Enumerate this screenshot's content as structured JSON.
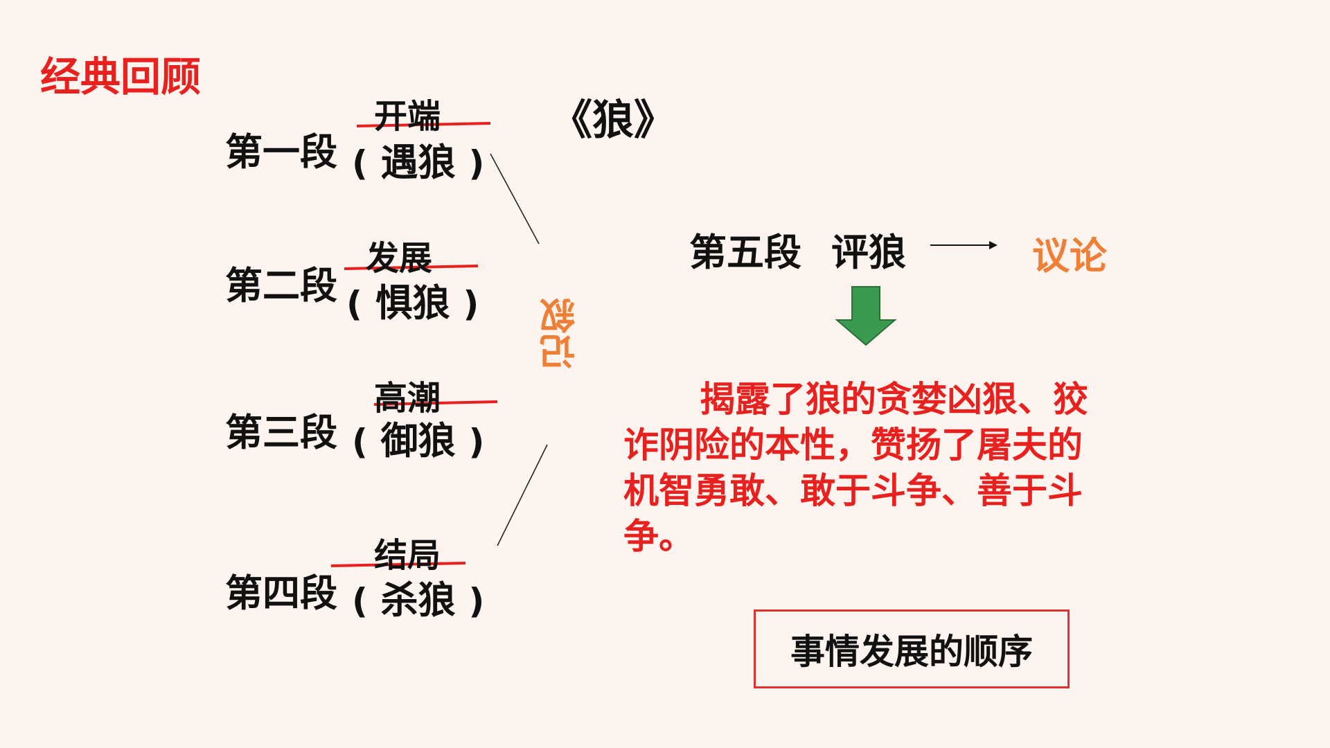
{
  "title": "经典回顾",
  "work_title": "《狼》",
  "segments": [
    {
      "label": "第一段",
      "stage": "开端",
      "event": "遇狼"
    },
    {
      "label": "第二段",
      "stage": "发展",
      "event": "惧狼"
    },
    {
      "label": "第三段",
      "stage": "高潮",
      "event": "御狼"
    },
    {
      "label": "第四段",
      "stage": "结局",
      "event": "杀狼"
    }
  ],
  "narration_label": "记叙",
  "fifth": {
    "label": "第五段",
    "event": "评狼",
    "mode": "议论"
  },
  "theme_text": "揭露了狼的贪婪凶狠、狡诈阴险的本性，赞扬了屠夫的机智勇敢、敢于斗争、善于斗争。",
  "summary_box": "事情发展的顺序",
  "colors": {
    "title_red": "#e8211f",
    "accent_orange": "#ee7f36",
    "down_arrow_green": "#3a9a4f",
    "box_border": "#e0302e"
  }
}
